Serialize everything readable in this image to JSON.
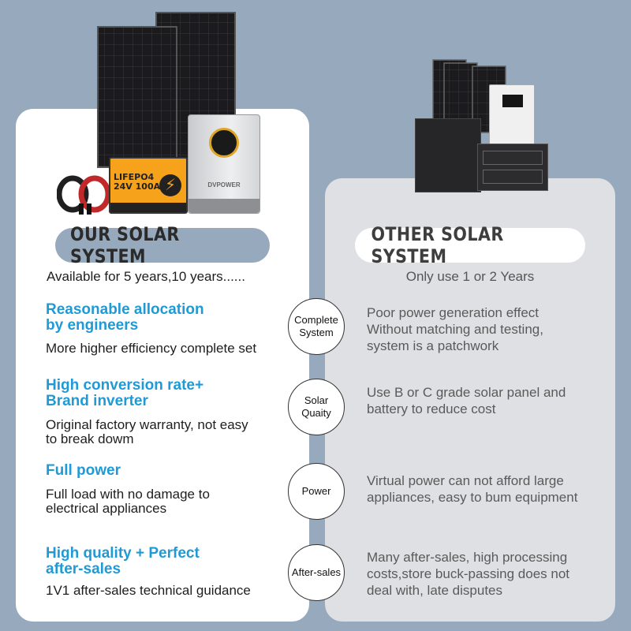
{
  "left": {
    "header": "OUR SOLAR SYSTEM",
    "subtitle": "Available for 5 years,10 years......",
    "features": [
      {
        "title": "Reasonable allocation\nby engineers",
        "desc": "More higher efficiency complete set"
      },
      {
        "title": "High conversion rate+\nBrand inverter",
        "desc": "Original factory warranty, not easy\nto break dowm"
      },
      {
        "title": "Full power",
        "desc": "Full load with no damage to\nelectrical appliances"
      },
      {
        "title": "High quality + Perfect\nafter-sales",
        "desc": "1V1 after-sales technical guidance"
      }
    ],
    "battery_label": "LIFEPO4",
    "battery_spec": "24V 100Ah",
    "inverter_brand": "DVPOWER"
  },
  "circles": [
    "Complete\nSystem",
    "Solar\nQuaity",
    "Power",
    "After-sales"
  ],
  "right": {
    "header": "OTHER SOLAR SYSTEM",
    "subtitle": "Only use 1 or 2 Years",
    "descs": [
      "Poor power generation effect\nWithout matching and testing,\nsystem is a patchwork",
      "Use B or C grade solar panel and\nbattery to reduce cost",
      "Virtual power can not afford large\nappliances, easy to bum equipment",
      "Many after-sales, high processing\ncosts,store buck-passing does not\ndeal with, late disputes"
    ]
  },
  "colors": {
    "background": "#97a9bd",
    "accent_blue": "#1f9ad6",
    "right_card": "#dfe0e3"
  }
}
